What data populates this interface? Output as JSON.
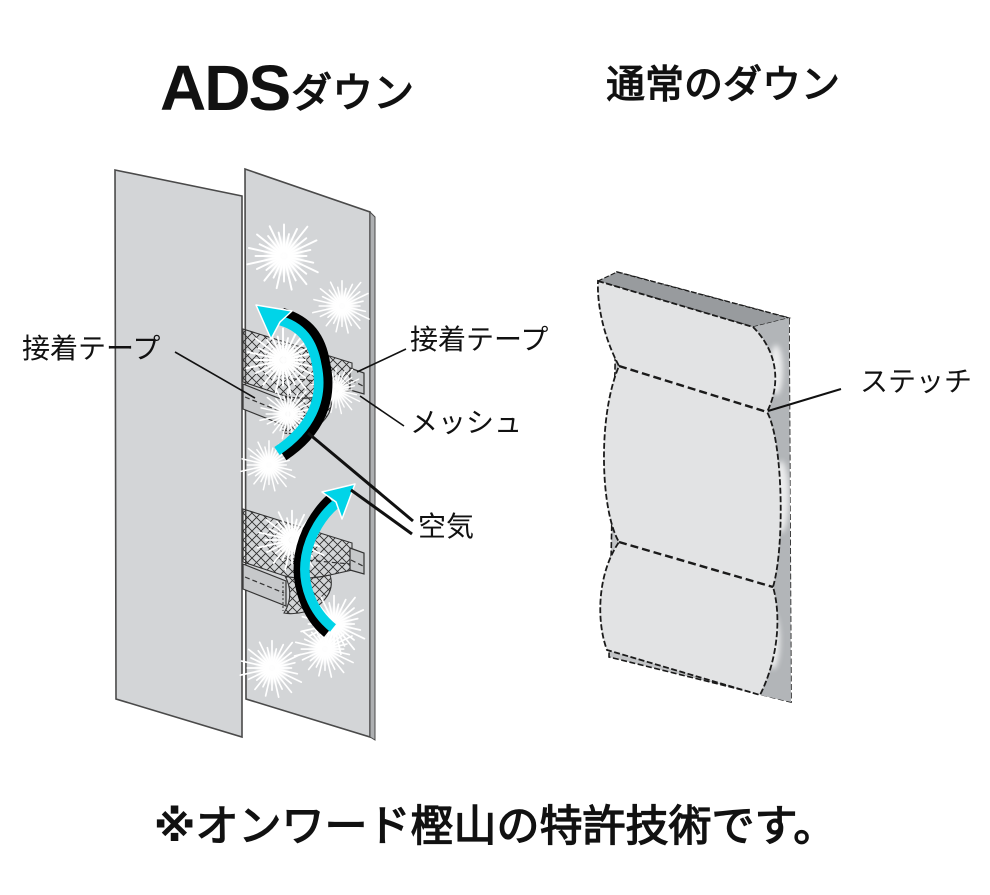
{
  "left_panel_title": {
    "latin": "ADS",
    "jp": "ダウン"
  },
  "right_panel_title": "通常のダウン",
  "labels": {
    "adhesive_tape_left": "接着テープ",
    "adhesive_tape_right": "接着テープ",
    "mesh": "メッシュ",
    "air": "空気",
    "stitch": "ステッチ"
  },
  "footnote": "※オンワード樫山の特許技術です。",
  "colors": {
    "fabric": "#d3d5d7",
    "fabric-edge": "#4a4a4a",
    "tape": "#c6c8ca",
    "cyan": "#00d4e8",
    "outline": "#1a1a1a",
    "quilt-fill": "#e2e3e4",
    "quilt-side": "#b2b5b8",
    "quilt-top": "#989b9e"
  }
}
